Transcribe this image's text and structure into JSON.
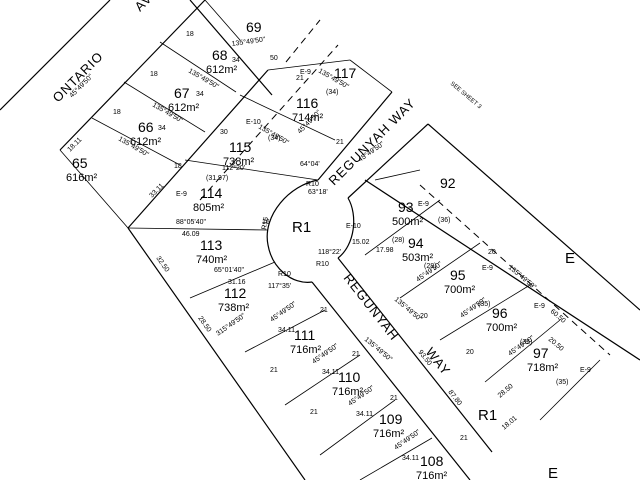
{
  "roads": {
    "ontario": "ONTARIO",
    "ontario_suffix": "AV",
    "regunyah_upper": "REGUNYAH  WAY",
    "regunyah_mid": "REGUNYAH",
    "regunyah_way": "WAY"
  },
  "reserves": {
    "cul_de_sac": "R1",
    "lower": "R1"
  },
  "edge_labels": {
    "east_upper": "E",
    "east_lower": "E"
  },
  "notes": {
    "see_sheet": "SEE SHEET 3"
  },
  "lots": [
    {
      "id": "l69",
      "number": "69",
      "area": ""
    },
    {
      "id": "l68",
      "number": "68",
      "area": "612m²"
    },
    {
      "id": "l67",
      "number": "67",
      "area": "612m²"
    },
    {
      "id": "l66",
      "number": "66",
      "area": "612m²"
    },
    {
      "id": "l65",
      "number": "65",
      "area": "616m²"
    },
    {
      "id": "l117",
      "number": "117",
      "area": ""
    },
    {
      "id": "l116",
      "number": "116",
      "area": "714m²"
    },
    {
      "id": "l115",
      "number": "115",
      "area": "738m²"
    },
    {
      "id": "l114",
      "number": "114",
      "area": "805m²"
    },
    {
      "id": "l113",
      "number": "113",
      "area": "740m²"
    },
    {
      "id": "l112",
      "number": "112",
      "area": "738m²"
    },
    {
      "id": "l111",
      "number": "111",
      "area": "716m²"
    },
    {
      "id": "l110",
      "number": "110",
      "area": "716m²"
    },
    {
      "id": "l109",
      "number": "109",
      "area": "716m²"
    },
    {
      "id": "l108",
      "number": "108",
      "area": "716m²"
    },
    {
      "id": "l93",
      "number": "93",
      "area": "500m²"
    },
    {
      "id": "l92",
      "number": "92",
      "area": ""
    },
    {
      "id": "l94",
      "number": "94",
      "area": "503m²"
    },
    {
      "id": "l95",
      "number": "95",
      "area": "700m²"
    },
    {
      "id": "l96",
      "number": "96",
      "area": "700m²"
    },
    {
      "id": "l97",
      "number": "97",
      "area": "718m²"
    }
  ],
  "dimensions": {
    "d18a": "18",
    "d18b": "18",
    "d18c": "18",
    "d18d": "18",
    "d2111": "21",
    "d2112": "21",
    "d2113": "21",
    "d2114": "21",
    "d2115": "21",
    "d2116": "21",
    "d2117": "21",
    "d2118": "21",
    "d20a": "20",
    "d20b": "20",
    "d20c": "20",
    "b1": "135°49'50\"",
    "b2": "135°49'50\"",
    "b3": "135°49'50\"",
    "b4": "135°49'50\"",
    "b5": "135°49'50\"",
    "b6": "135°49'50\"",
    "b7": "45°49'50\"",
    "b8": "45°49'50\"",
    "b9": "45°49'50\"",
    "b10": "45°49'50\"",
    "b11": "45°49'50\"",
    "b12": "45°49'50\"",
    "b13": "45°49'50\"",
    "b14": "45°49'50\"",
    "b15": "45°49'50\"",
    "b16": "45°49'50\"",
    "b17": "315°49'50\"",
    "b18": "135°49'50\"",
    "b19": "135°49'50\"",
    "b20": "135°49'50\"",
    "a1": "112°20'",
    "a2": "88°05'40\"",
    "a3": "65°01'40\"",
    "a4": "118°22'",
    "a5": "64°04'",
    "a6": "63°18'",
    "a7": "117°35'",
    "l1": "(31.97)",
    "l2": "46.09",
    "l3": "31.16",
    "l4": "32.50",
    "l5": "28.50",
    "l6": "34.11",
    "l7": "34.11",
    "l8": "34.11",
    "l9": "34.11",
    "l10": "93.50",
    "l11": "87.80",
    "l12": "18.01",
    "l13": "60.50",
    "l14": "20.50",
    "l15": "28.50",
    "l16": "(35)",
    "l17": "(35)",
    "l18": "(35)",
    "l19": "(28)",
    "l20": "(28)",
    "l21": "(36)",
    "l22": "17.98",
    "l23": "15.02",
    "l24": "18.11",
    "l25": "33.11",
    "l26": "(34)",
    "l27": "(34)",
    "l28": "16",
    "l29": "50",
    "l30": "30",
    "l31": "34",
    "l32": "34",
    "l33": "34",
    "r1": "R10",
    "r2": "R10",
    "r3": "R16",
    "r4": "R10",
    "e1": "E-9",
    "e2": "E-9",
    "e3": "E-9",
    "e4": "E-9",
    "e5": "E-9",
    "e6": "E-10",
    "e7": "E-10",
    "e8": "E-9"
  }
}
